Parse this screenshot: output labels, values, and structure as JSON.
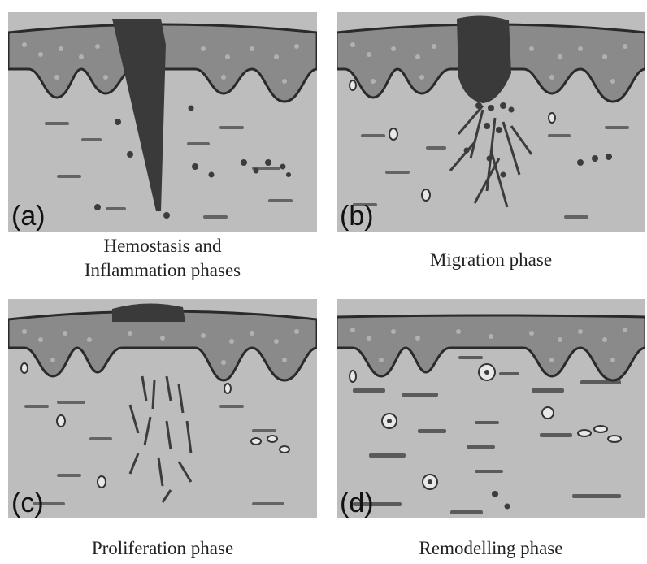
{
  "panels": [
    {
      "id": "a",
      "letter": "(a)",
      "caption_lines": [
        "Hemostasis and",
        "Inflammation phases"
      ]
    },
    {
      "id": "b",
      "letter": "(b)",
      "caption_lines": [
        "Migration phase"
      ]
    },
    {
      "id": "c",
      "letter": "(c)",
      "caption_lines": [
        "Proliferation phase"
      ]
    },
    {
      "id": "d",
      "letter": "(d)",
      "caption_lines": [
        "Remodelling phase"
      ]
    }
  ],
  "colors": {
    "dermis": "#bdbdbd",
    "epidermis": "#8a8a8a",
    "epidermis_outline": "#2a2a2a",
    "clot": "#3a3a3a",
    "cell": "#3c3c3c",
    "fibre": "#4a4a4a",
    "background": "#ffffff"
  },
  "icons": [
    "skin-layer-icon",
    "blood-clot-icon",
    "cell-icon",
    "collagen-fibre-icon"
  ]
}
